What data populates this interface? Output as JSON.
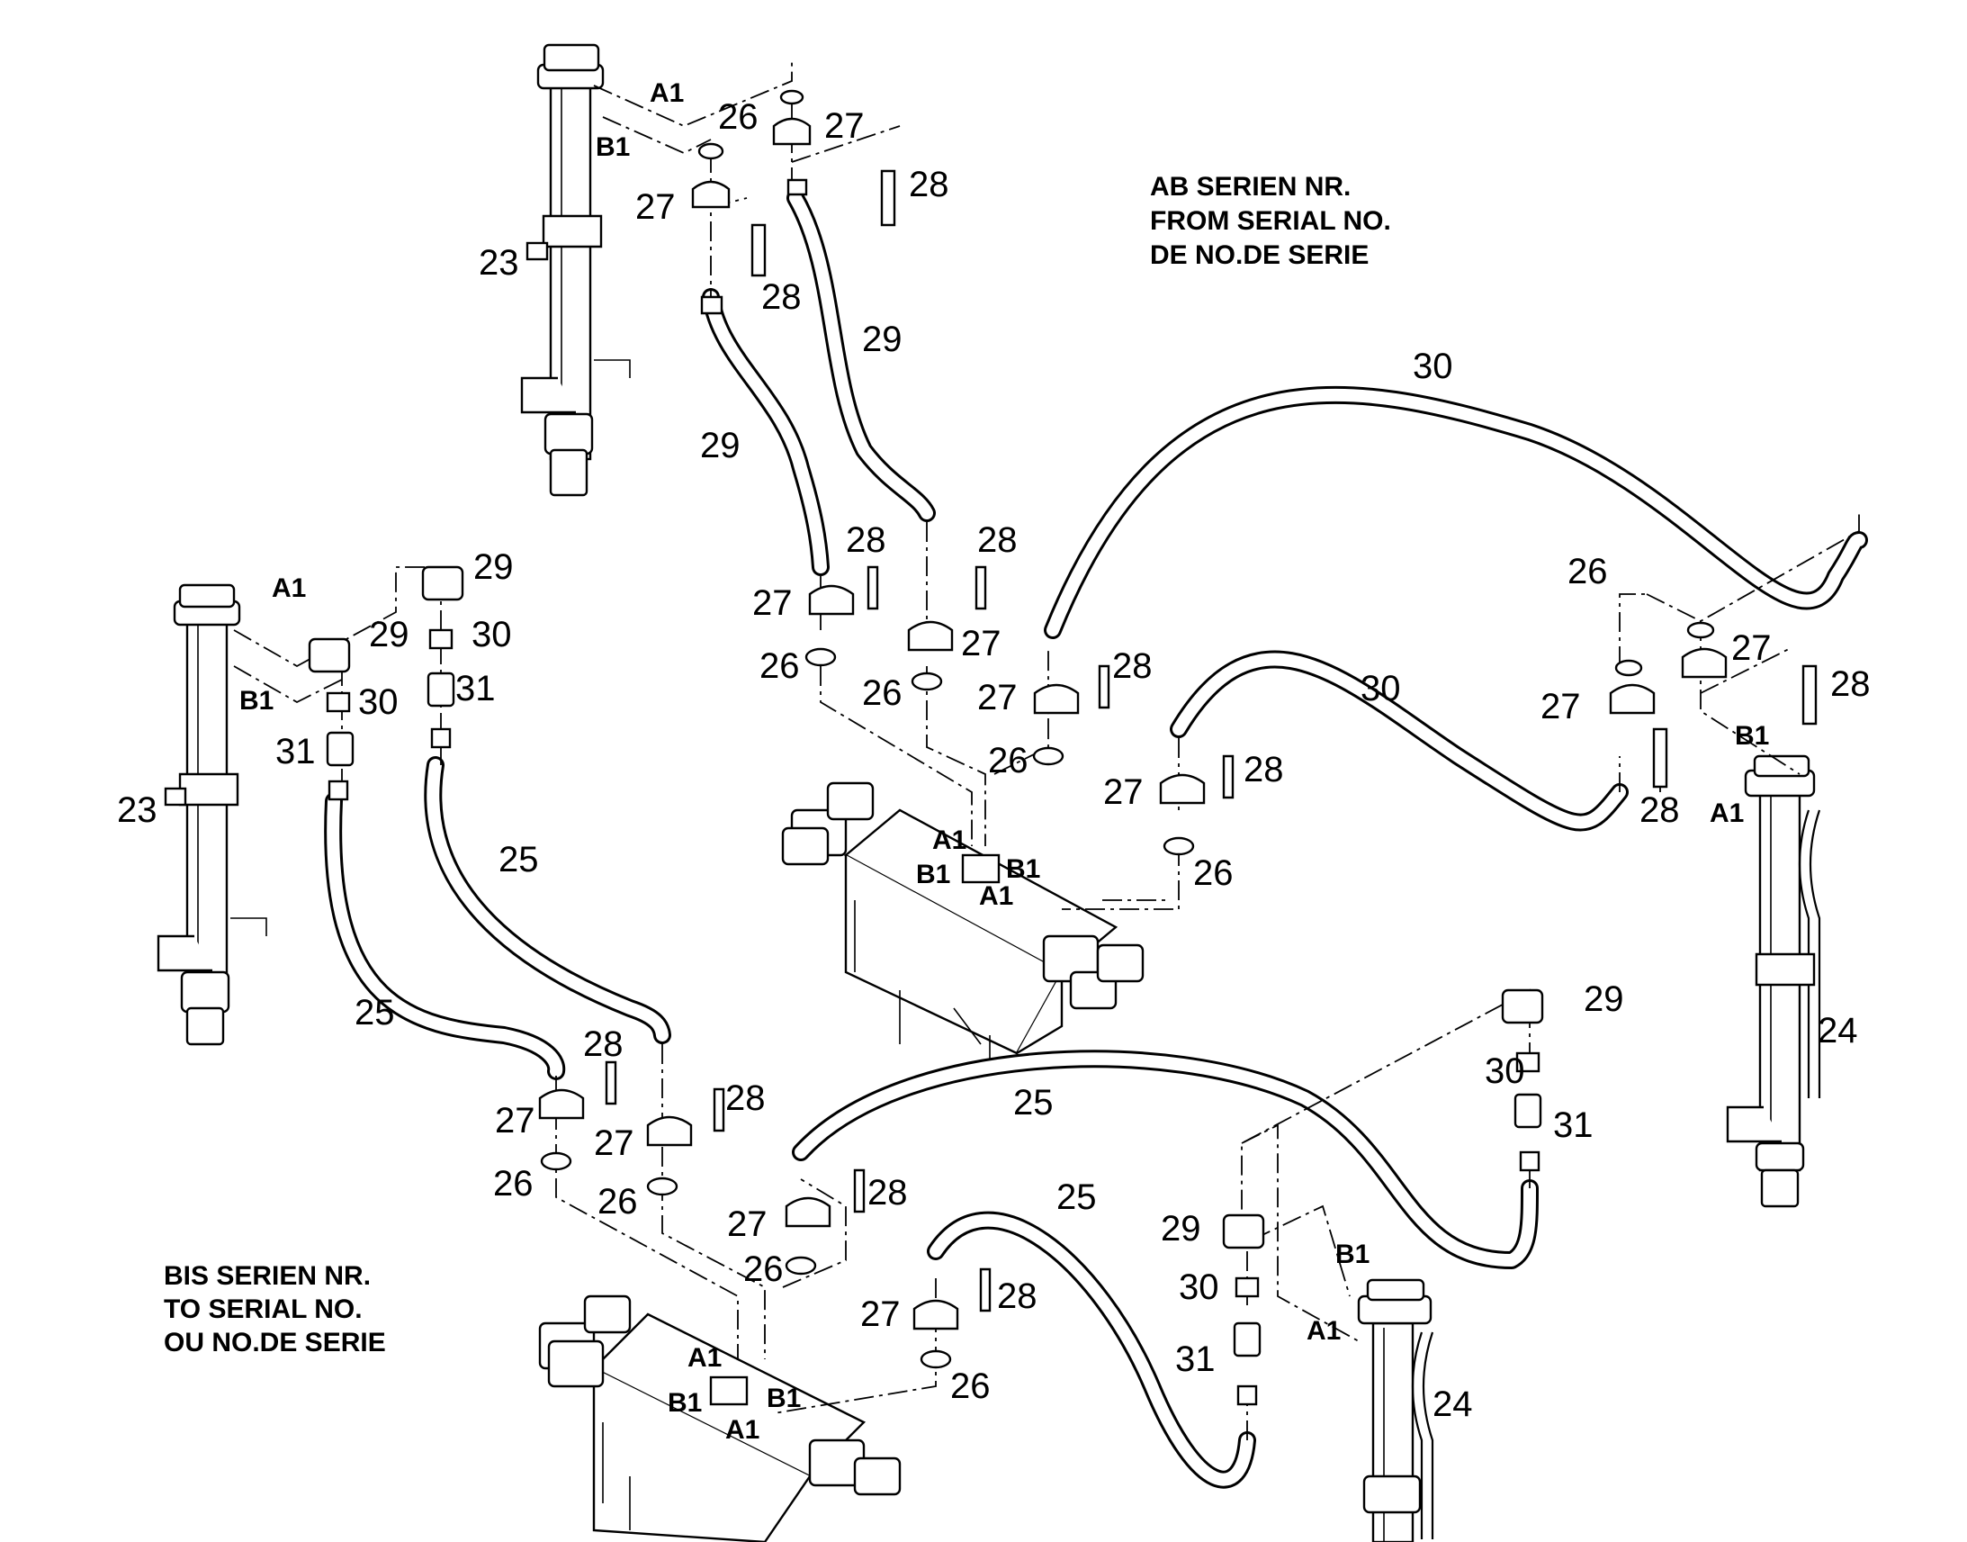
{
  "notes": {
    "after_serial": [
      "AB SERIEN NR.",
      "FROM SERIAL NO.",
      "DE NO.DE SERIE"
    ],
    "before_serial": [
      "BIS SERIEN NR.",
      "TO SERIAL NO.",
      "OU NO.DE SERIE"
    ]
  },
  "ports": {
    "a1": "A1",
    "b1": "B1"
  },
  "callouts": {
    "n23": "23",
    "n24": "24",
    "n25": "25",
    "n26": "26",
    "n27": "27",
    "n28": "28",
    "n29": "29",
    "n30": "30",
    "n31": "31"
  }
}
